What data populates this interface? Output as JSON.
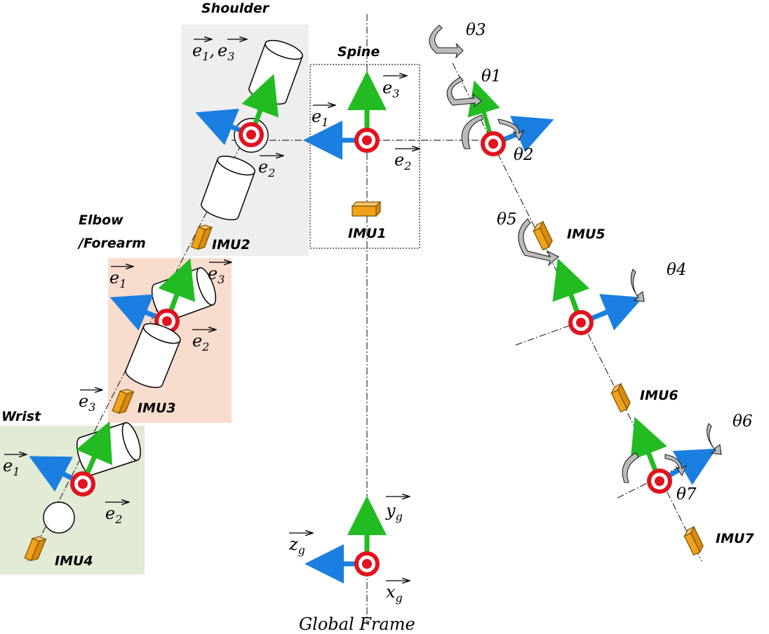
{
  "colors": {
    "x_axis": "#1a7fe0",
    "y_axis": "#22bb22",
    "joint": "#e0141e",
    "imu": "#f2a21a",
    "rot_arrow": "#bbbbbb",
    "shoulder_panel": "#eeeeee",
    "elbow_panel": "#f8dccd",
    "wrist_panel": "#e1ebd5"
  },
  "labels": {
    "shoulder": "Shoulder",
    "spine": "Spine",
    "elbow": "Elbow",
    "forearm": "/Forearm",
    "wrist": "Wrist",
    "global_frame": "Global Frame"
  },
  "imus": [
    "IMU1",
    "IMU2",
    "IMU3",
    "IMU4",
    "IMU5",
    "IMU6",
    "IMU7"
  ],
  "thetas": [
    "θ1",
    "θ2",
    "θ3",
    "θ4",
    "θ5",
    "θ6",
    "θ7"
  ],
  "axes": {
    "e1": "e",
    "e1_sub": "1",
    "e2": "e",
    "e2_sub": "2",
    "e3": "e",
    "e3_sub": "3",
    "shoulder_pair": "e",
    "shoulder_pair_comma": ",",
    "xg": "x",
    "yg": "y",
    "zg": "z",
    "g_sub": "g"
  },
  "icons": [
    "joint-target-icon",
    "imu-box-icon",
    "rotation-arrow-icon",
    "cylinder-link-icon"
  ]
}
